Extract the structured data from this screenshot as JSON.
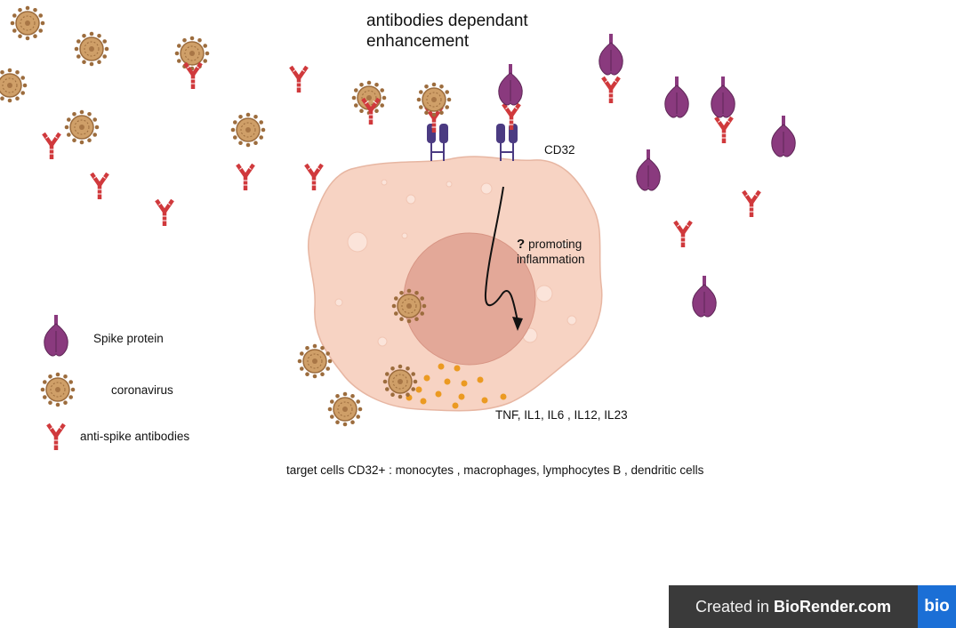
{
  "title": "antibodies dependant\nenhancement",
  "labels": {
    "receptor": "CD32",
    "question": "?",
    "promoting": "promoting",
    "inflammation": "inflammation",
    "cytokines": "TNF, IL1, IL6 , IL12, IL23",
    "targets": "target cells CD32+ : monocytes , macrophages, lymphocytes B , dendritic cells"
  },
  "legend": {
    "spike": "Spike protein",
    "virus": "coronavirus",
    "antibody": "anti-spike antibodies"
  },
  "badge": {
    "created_in": "Created in",
    "brand": "BioRender.com",
    "logo": "bio"
  },
  "colors": {
    "spike": "#8a3a7e",
    "antibody": "#d0393c",
    "virus": "#c7955b",
    "cell": "#f7d3c3",
    "nucleus": "#e3a898",
    "receptor": "#4b3b82",
    "cytokine": "#eb9a22",
    "badge_bg": "#3a3a3a",
    "badge_logo": "#1b6fd6"
  },
  "icons": [
    "coronavirus-icon",
    "spike-protein-icon",
    "antibody-icon",
    "cd32-receptor-icon",
    "cytokine-granule-icon"
  ]
}
